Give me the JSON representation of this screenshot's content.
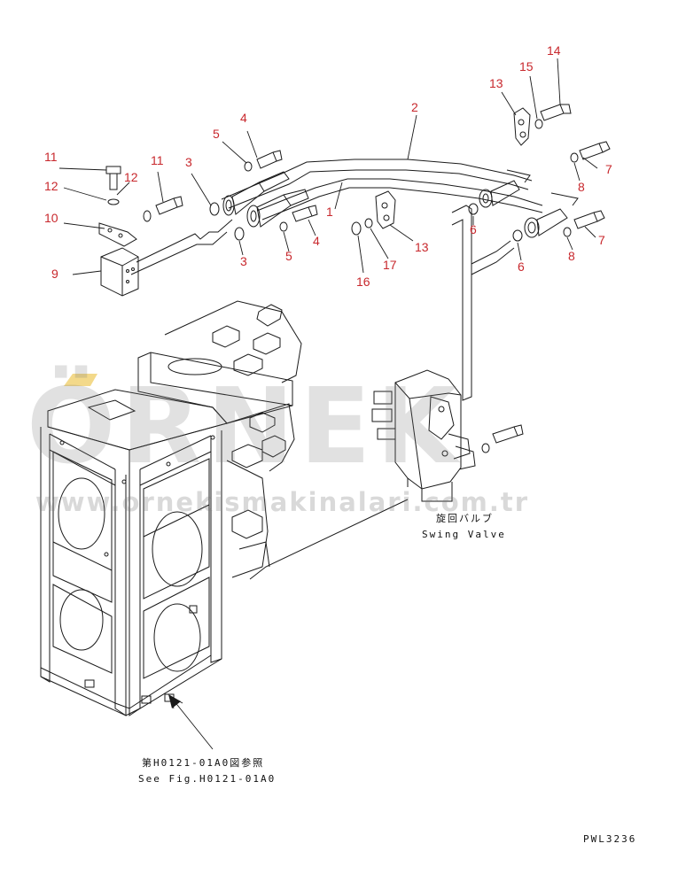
{
  "watermark": {
    "brand": "ÖRNEK",
    "url": "www.ornekismakinalari.com.tr",
    "accent_color": "#f3d98a",
    "text_color": "#8a8a8a"
  },
  "labels": {
    "swing_valve_jp": "旋回バルブ",
    "swing_valve_en": "Swing Valve",
    "ref_jp": "第H0121-01A0図参照",
    "ref_en": "See Fig.H0121-01A0",
    "drawing_no": "PWL3236"
  },
  "callouts": [
    {
      "id": "c14",
      "text": "14"
    },
    {
      "id": "c15",
      "text": "15"
    },
    {
      "id": "c13a",
      "text": "13"
    },
    {
      "id": "c2",
      "text": "2"
    },
    {
      "id": "c4a",
      "text": "4"
    },
    {
      "id": "c5a",
      "text": "5"
    },
    {
      "id": "c11a",
      "text": "11"
    },
    {
      "id": "c12a",
      "text": "12"
    },
    {
      "id": "c11b",
      "text": "11"
    },
    {
      "id": "c3a",
      "text": "3"
    },
    {
      "id": "c12b",
      "text": "12"
    },
    {
      "id": "c10",
      "text": "10"
    },
    {
      "id": "c1",
      "text": "1"
    },
    {
      "id": "c7a",
      "text": "7"
    },
    {
      "id": "c8a",
      "text": "8"
    },
    {
      "id": "c6a",
      "text": "6"
    },
    {
      "id": "c3b",
      "text": "3"
    },
    {
      "id": "c5b",
      "text": "5"
    },
    {
      "id": "c4b",
      "text": "4"
    },
    {
      "id": "c13b",
      "text": "13"
    },
    {
      "id": "c17",
      "text": "17"
    },
    {
      "id": "c16",
      "text": "16"
    },
    {
      "id": "c9",
      "text": "9"
    },
    {
      "id": "c6b",
      "text": "6"
    },
    {
      "id": "c8b",
      "text": "8"
    },
    {
      "id": "c7b",
      "text": "7"
    }
  ],
  "colors": {
    "callout": "#c8282d",
    "line": "#1a1a1a"
  }
}
